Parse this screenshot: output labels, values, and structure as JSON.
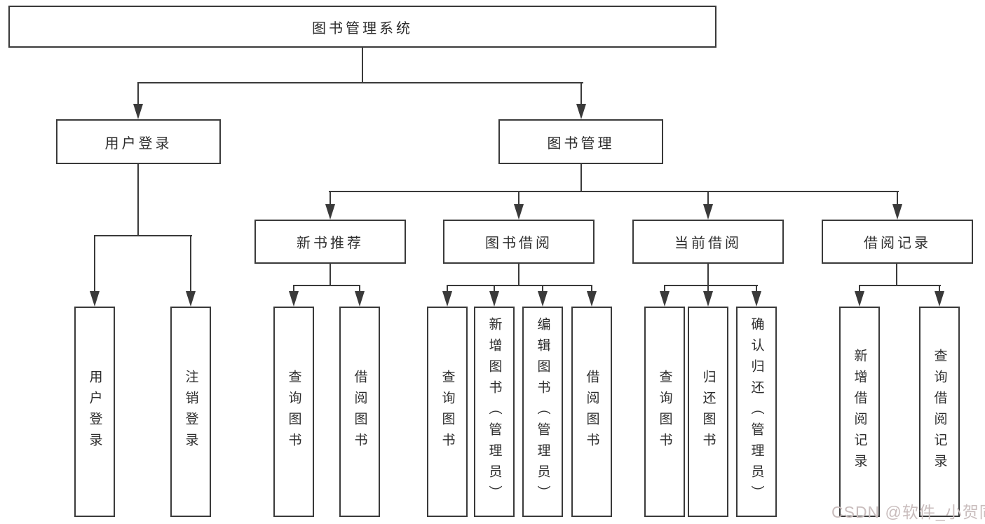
{
  "tree": {
    "root": {
      "label": "图书管理系统"
    },
    "branches": [
      {
        "label": "用户登录",
        "children": [
          {
            "label": "用户登录"
          },
          {
            "label": "注销登录"
          }
        ]
      },
      {
        "label": "图书管理",
        "children": [
          {
            "label": "新书推荐",
            "children": [
              {
                "label": "查询图书"
              },
              {
                "label": "借阅图书"
              }
            ]
          },
          {
            "label": "图书借阅",
            "children": [
              {
                "label": "查询图书"
              },
              {
                "label": "新增图书（管理员）"
              },
              {
                "label": "编辑图书（管理员）"
              },
              {
                "label": "借阅图书"
              }
            ]
          },
          {
            "label": "当前借阅",
            "children": [
              {
                "label": "查询图书"
              },
              {
                "label": "归还图书"
              },
              {
                "label": "确认归还（管理员）"
              }
            ]
          },
          {
            "label": "借阅记录",
            "children": [
              {
                "label": "新增借阅记录"
              },
              {
                "label": "查询借阅记录"
              }
            ]
          }
        ]
      }
    ]
  },
  "watermark": {
    "text": "CSDN @软件_小贺同学"
  }
}
